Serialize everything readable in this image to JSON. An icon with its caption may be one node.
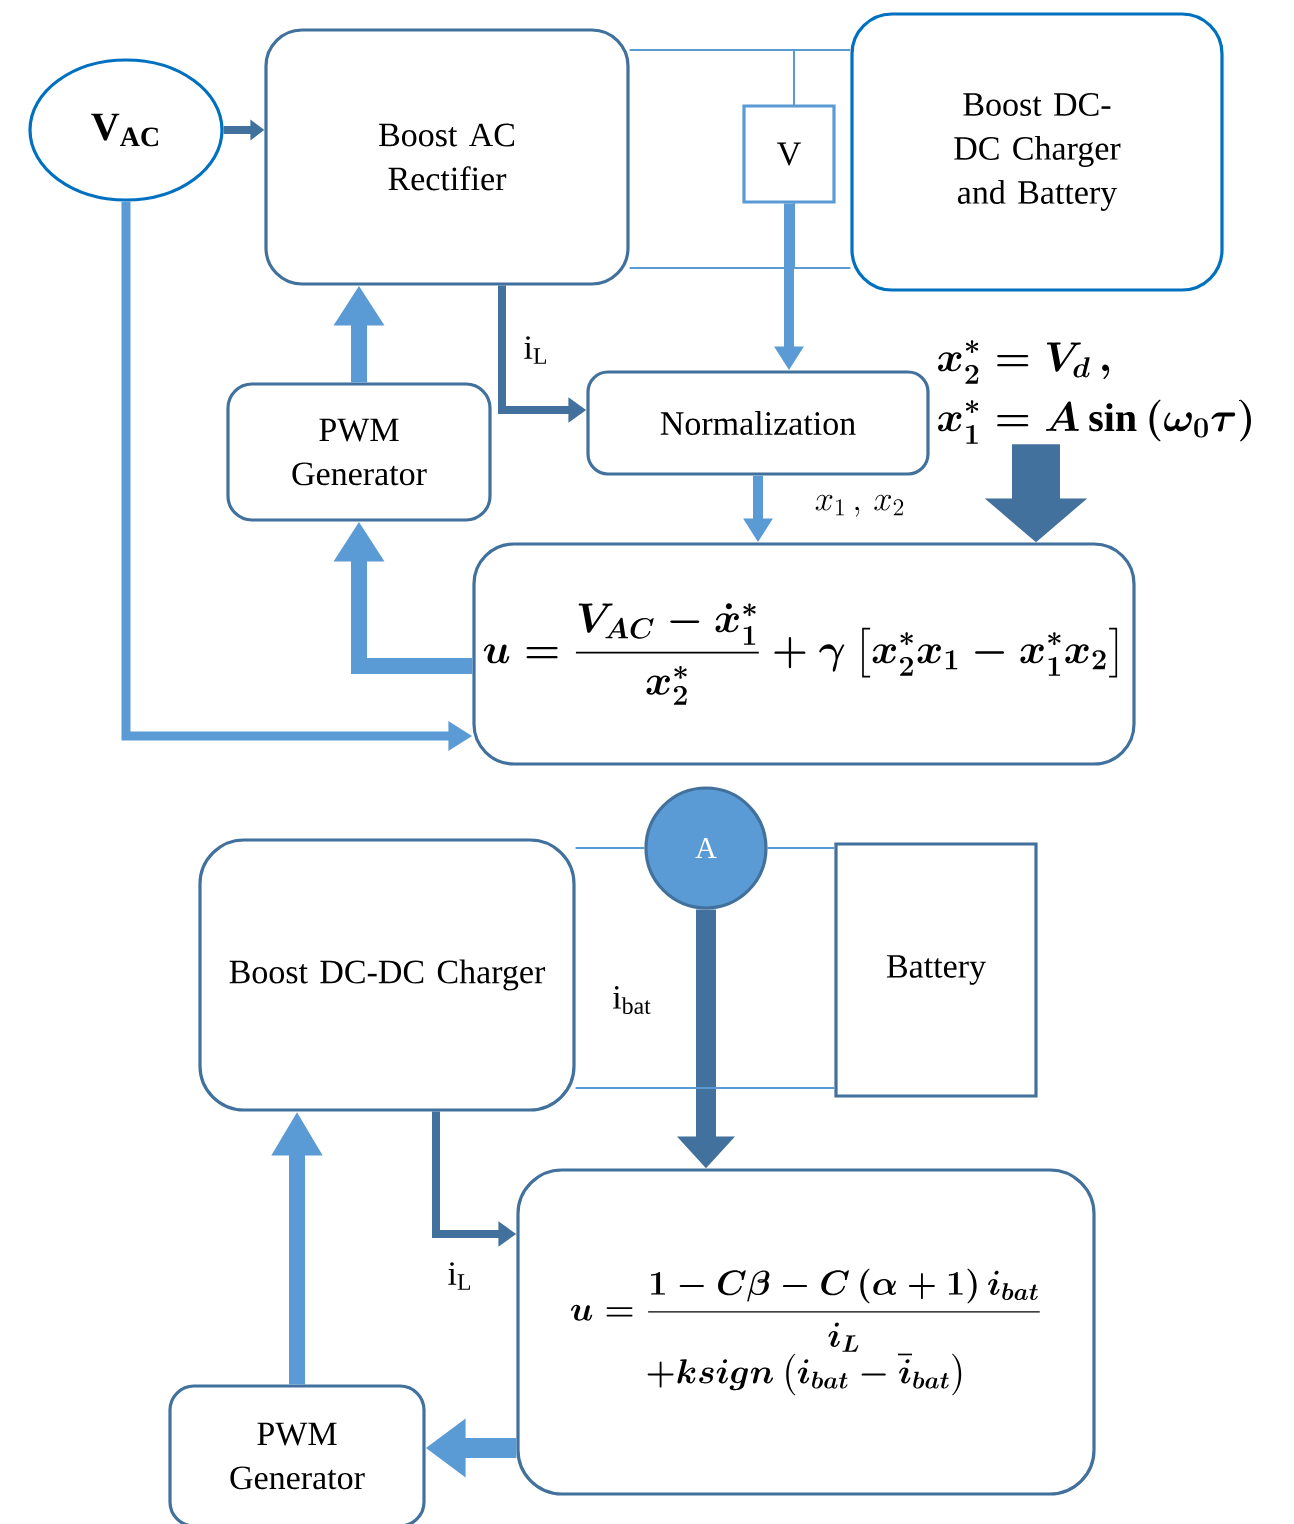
{
  "diagram": {
    "nodes": [
      {
        "text": [
          "V$_{AC}$"
        ]
      },
      {
        "text": [
          "Boost AC Rectifier"
        ]
      },
      {
        "text": [
          "V"
        ]
      },
      {
        "text": [
          "Boost DC-DC Charger and Battery"
        ]
      },
      {
        "text": [
          "Normalization"
        ]
      },
      {
        "text": [
          "PWM Generator"
        ]
      },
      {
        "text": [
          "u=\\frac{V_{AC}-\\dot{x}_1^{*}}{x_2^{*}}+\\gamma\\left[x_2^{*}x_1-x_1^{*}x_2\\right]"
        ]
      },
      {
        "text": [
          "x_2^{*}=V_d\\,,",
          "x_1^{*}=A\\sin\\left(\\omega_0\\tau\\right)"
        ]
      },
      {
        "text": [
          "Boost DC-DC Charger"
        ]
      },
      {
        "text": [
          "A"
        ]
      },
      {
        "text": [
          "Battery"
        ]
      },
      {
        "text": [
          "u=\\frac{1-C\\beta-C\\left(\\alpha+1\\right)i_{bat}}{i_L}",
          "+ksign\\left(i_{bat}-\\bar{i}_{bat}\\right)"
        ]
      },
      {
        "text": [
          "PWM Generator"
        ]
      }
    ],
    "edges": [
      {
        "from": 0,
        "to": 1,
        "arrow": "to"
      },
      {
        "from": 0,
        "to": 6,
        "arrow": "to"
      },
      {
        "from": 1,
        "to": 4,
        "arrow": "to",
        "label": "i$_{L}$"
      },
      {
        "from": 2,
        "to": 4,
        "arrow": "to"
      },
      {
        "from": 5,
        "to": 1,
        "arrow": "to"
      },
      {
        "from": 6,
        "to": 5,
        "arrow": "to"
      },
      {
        "from": 4,
        "to": 6,
        "arrow": "to",
        "label": "x_1\\,,\\,x_2"
      },
      {
        "from": 7,
        "to": 6,
        "arrow": "to",
        "style": "thick"
      },
      {
        "from": 1,
        "to": 3,
        "arrow": "none"
      },
      {
        "from": 1,
        "to": 3,
        "arrow": "none"
      },
      {
        "from": 9,
        "to": 11,
        "arrow": "to",
        "label": "i$_{bat}$",
        "style": "thick"
      },
      {
        "from": 8,
        "to": 11,
        "arrow": "to",
        "label": "i$_{L}$"
      },
      {
        "from": 12,
        "to": 8,
        "arrow": "to"
      },
      {
        "from": 11,
        "to": 12,
        "arrow": "to",
        "style": "thick"
      },
      {
        "from": 8,
        "to": 9,
        "arrow": "none"
      },
      {
        "from": 9,
        "to": 10,
        "arrow": "none"
      },
      {
        "from": 8,
        "to": 10,
        "arrow": "none"
      }
    ]
  }
}
